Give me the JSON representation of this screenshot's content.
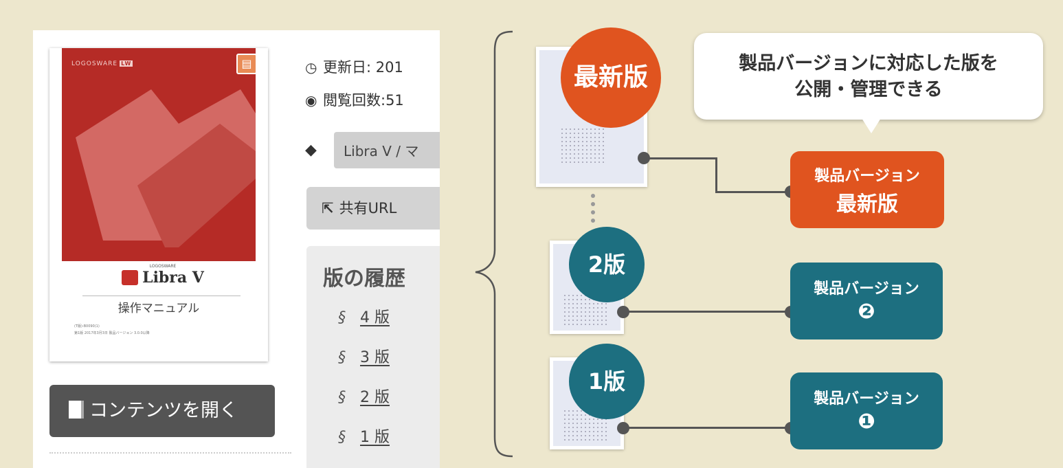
{
  "left_panel": {
    "cover": {
      "brand": "LOGOSWARE",
      "brand_mark": "LW",
      "product_small": "LOGOSWARE",
      "product": "Libra V",
      "subtitle": "操作マニュアル",
      "fine_print_1": "(T版)-B0090(1)",
      "fine_print_2": "第1版 2017年3月3日 製品バージョン 3.0.0以降"
    },
    "updated": "更新日: 201",
    "views": "閲覧回数:51",
    "tag": "Libra V / マ",
    "share_label": "共有URL",
    "history": {
      "title": "版の履歴",
      "items": [
        "4 版",
        "3 版",
        "2 版",
        "1 版"
      ]
    },
    "open_button": "コンテンツを開く"
  },
  "diagram": {
    "latest_badge": "最新版",
    "v2_badge": "2版",
    "v1_badge": "1版",
    "bubble_line1": "製品バージョンに対応した版を",
    "bubble_line2": "公開・管理できる",
    "box_latest_l1": "製品バージョン",
    "box_latest_l2": "最新版",
    "box_v2_l1": "製品バージョン",
    "box_v2_l2": "❷",
    "box_v1_l1": "製品バージョン",
    "box_v1_l2": "❶"
  },
  "colors": {
    "background": "#ede7cd",
    "orange": "#e0541f",
    "teal": "#1d6f80",
    "cover_red": "#b52b26"
  },
  "icons": [
    "clock-icon",
    "eye-icon",
    "tag-icon",
    "share-icon",
    "link-icon",
    "book-icon"
  ]
}
